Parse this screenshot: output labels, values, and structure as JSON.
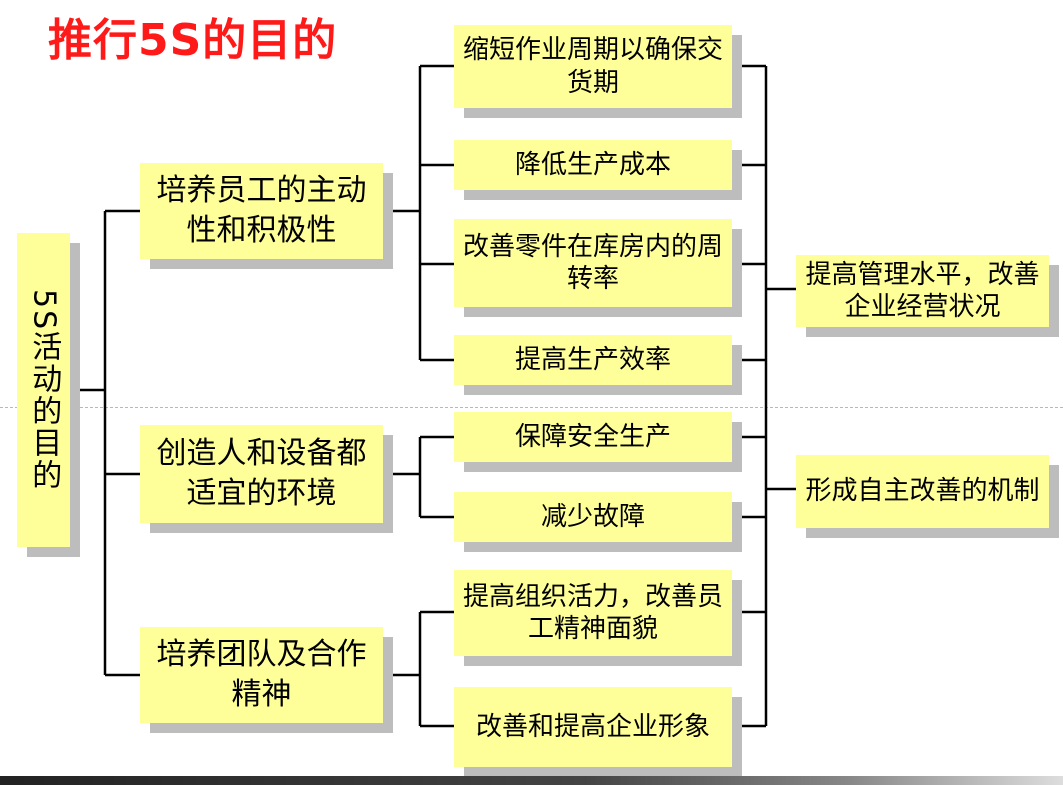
{
  "title": "推行5S的目的",
  "root": "5S活动的目的",
  "categories": [
    {
      "label": "培养员工的主动性和积极性"
    },
    {
      "label": "创造人和设备都适宜的环境"
    },
    {
      "label": "培养团队及合作精神"
    }
  ],
  "goals": [
    {
      "label": "缩短作业周期以确保交货期"
    },
    {
      "label": "降低生产成本"
    },
    {
      "label": "改善零件在库房内的周转率"
    },
    {
      "label": "提高生产效率"
    },
    {
      "label": "保障安全生产"
    },
    {
      "label": "减少故障"
    },
    {
      "label": "提高组织活力，改善员工精神面貌"
    },
    {
      "label": "改善和提高企业形象"
    }
  ],
  "outcomes": [
    {
      "label": "提高管理水平，改善企业经营状况"
    },
    {
      "label": "形成自主改善的机制"
    }
  ],
  "colors": {
    "title": "#ff1a1a",
    "box": "#ffff99",
    "shadow": "#bdbdbd",
    "line": "#000000"
  }
}
